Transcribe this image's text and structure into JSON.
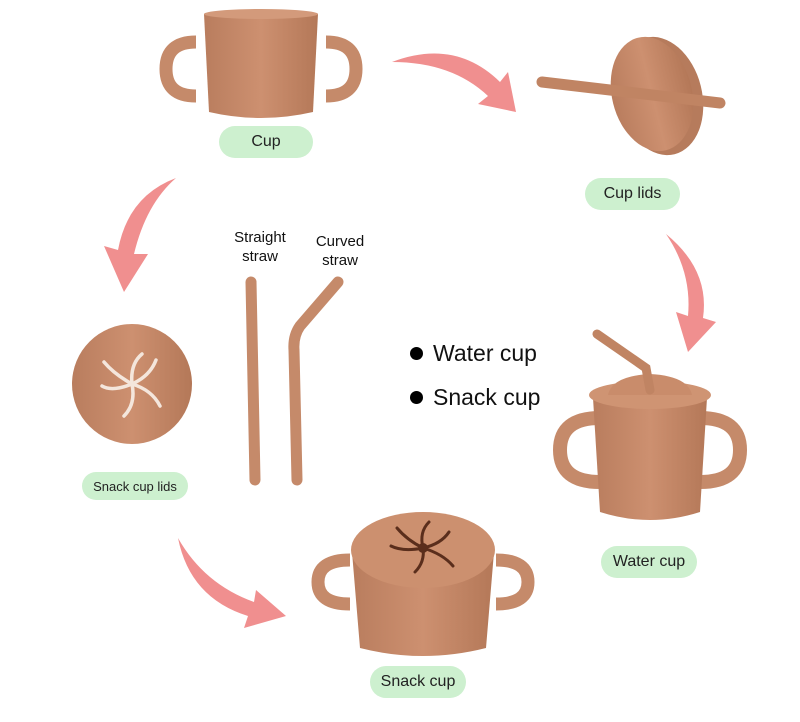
{
  "labels": {
    "cup": "Cup",
    "cup_lids": "Cup lids",
    "water_cup": "Water cup",
    "snack_cup": "Snack cup",
    "snack_cup_lids": "Snack cup lids"
  },
  "straws": {
    "straight_line1": "Straight",
    "straight_line2": "straw",
    "curved_line1": "Curved",
    "curved_line2": "straw"
  },
  "legend": {
    "item1": "Water cup",
    "item2": "Snack cup"
  },
  "colors": {
    "product": "#c58a6a",
    "arrow": "#f08f8f",
    "pill_bg": "#cdf0cf"
  }
}
